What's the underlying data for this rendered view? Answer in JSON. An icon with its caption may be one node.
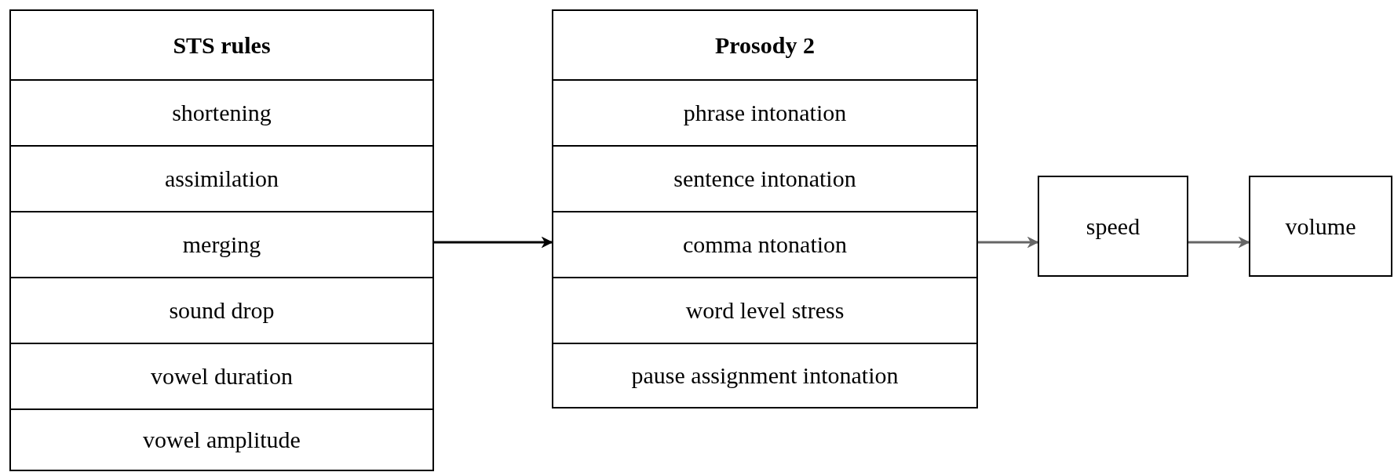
{
  "diagram": {
    "nodes": [
      {
        "text": [
          "STS rules"
        ]
      },
      {
        "text": [
          "shortening"
        ],
        "in": 0
      },
      {
        "text": [
          "assimilation"
        ],
        "in": 0
      },
      {
        "text": [
          "merging"
        ],
        "in": 0
      },
      {
        "text": [
          "sound drop"
        ],
        "in": 0
      },
      {
        "text": [
          "vowel duration"
        ],
        "in": 0
      },
      {
        "text": [
          "vowel amplitude"
        ],
        "in": 0
      },
      {
        "text": [
          "Prosody 2"
        ]
      },
      {
        "text": [
          "phrase intonation"
        ],
        "in": 7
      },
      {
        "text": [
          "sentence intonation"
        ],
        "in": 7
      },
      {
        "text": [
          "comma ntonation"
        ],
        "in": 7
      },
      {
        "text": [
          "word level stress"
        ],
        "in": 7
      },
      {
        "text": [
          "pause assignment intonation"
        ],
        "in": 7
      },
      {
        "text": [
          "speed"
        ]
      },
      {
        "text": [
          "volume"
        ]
      }
    ],
    "edges": [
      {
        "from": 0,
        "to": 7,
        "arrow": "to",
        "color": "#000000"
      },
      {
        "from": 7,
        "to": 13,
        "arrow": "to"
      },
      {
        "from": 13,
        "to": 14,
        "arrow": "to"
      }
    ]
  }
}
